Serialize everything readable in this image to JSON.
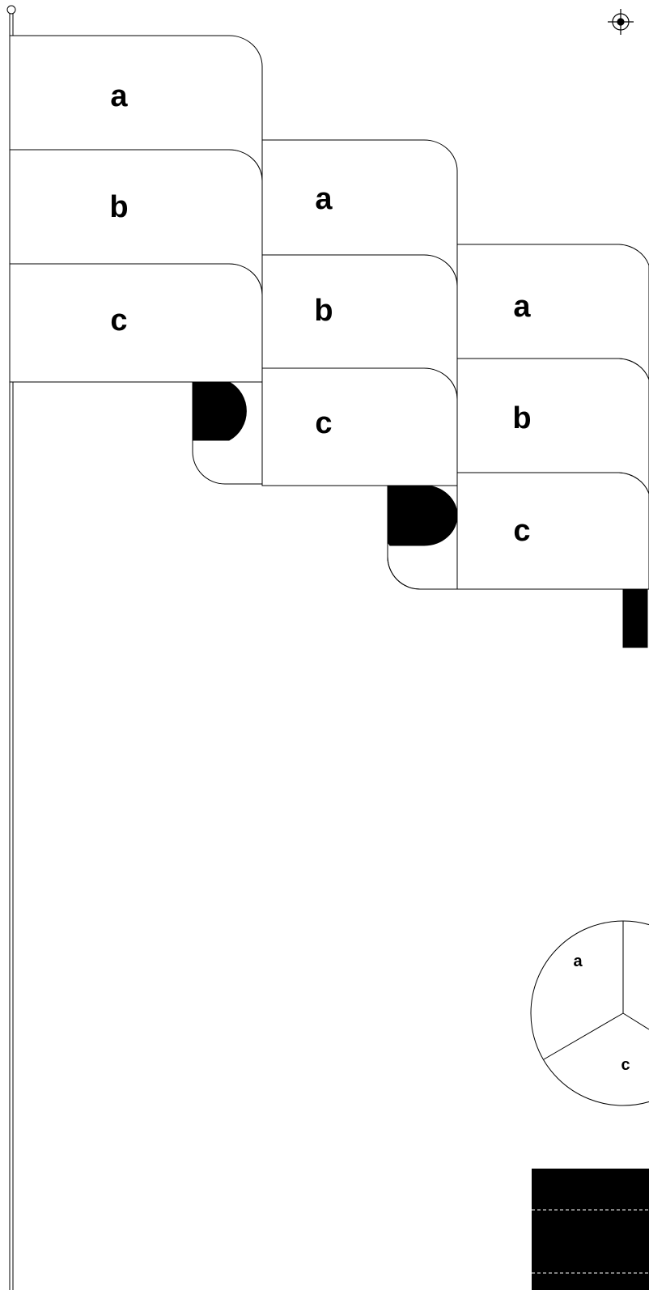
{
  "colors": {
    "background": "#ffffff",
    "stroke": "#000000",
    "fill_dark": "#000000"
  },
  "flag_1": {
    "labels": [
      "a",
      "b",
      "c"
    ]
  },
  "flag_2": {
    "labels": [
      "a",
      "b",
      "c"
    ]
  },
  "flag_3": {
    "labels": [
      "a",
      "b",
      "c"
    ]
  },
  "pie": {
    "labels": [
      "a",
      "c"
    ]
  },
  "icons": {
    "registration_mark": "crosshair-target-icon",
    "flagpole_finial": "pole-finial-icon"
  }
}
